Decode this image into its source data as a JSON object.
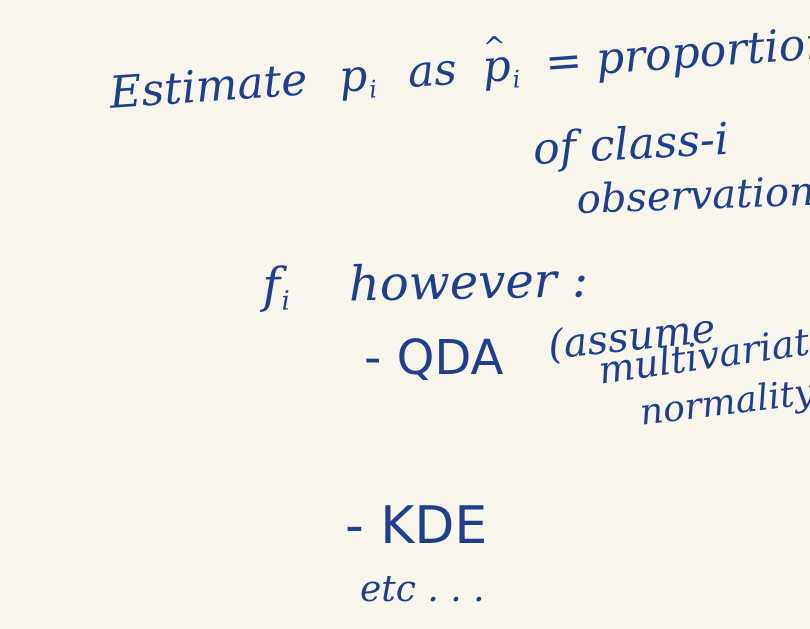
{
  "notes": {
    "line1": {
      "estimate": "Estimate",
      "p_var": "p",
      "p_sub": "i",
      "as": "as",
      "phat_var": "p",
      "phat_accent": "^",
      "phat_sub": "i",
      "equals_text": "= proportion"
    },
    "line2": "of class-i",
    "line3": "observations",
    "fi": {
      "var": "f",
      "sub": "i",
      "however": "however :"
    },
    "qda": {
      "label": "- QDA",
      "assume": "(assume",
      "multivariate": "multivariate",
      "normality": "normality)"
    },
    "kde": "- KDE",
    "etc": "etc . . ."
  }
}
